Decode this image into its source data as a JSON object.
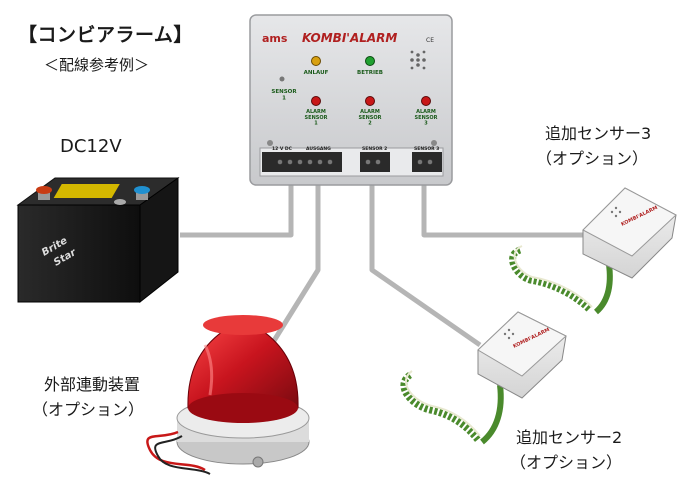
{
  "title": "【コンビアラーム】",
  "subtitle": "＜配線参考例＞",
  "battery": {
    "label": "DC12V",
    "brand_line1": "Brite",
    "brand_line2": "Star"
  },
  "controller": {
    "maker": "ams",
    "product": "KOMBI'ALARM",
    "ce_mark": "CE",
    "indicators": {
      "anlauf": "ANLAUF",
      "betrieb": "BETRIEB",
      "sensor1": "SENSOR\n1",
      "alarm_sensor1": "ALARM\nSENSOR\n1",
      "alarm_sensor2": "ALARM\nSENSOR\n2",
      "alarm_sensor3": "ALARM\nSENSOR\n3"
    },
    "terminals": {
      "power": "12 V DC",
      "output": "AUSGANG",
      "sensor2": "SENSOR 2",
      "sensor3": "SENSOR 3"
    }
  },
  "sensor3": {
    "line1": "追加センサー3",
    "line2": "（オプション）",
    "module_label": "KOMBI'ALARM"
  },
  "sensor2": {
    "line1": "追加センサー2",
    "line2": "（オプション）",
    "module_label": "KOMBI'ALARM"
  },
  "external_device": {
    "line1": "外部連動装置",
    "line2": "（オプション）"
  },
  "colors": {
    "wire": "#b5b5b5",
    "controller_body": "#d9dadc",
    "strobe_red": "#c8141e",
    "cable_green": "#4a8a2c",
    "battery_body": "#1e1e1e"
  }
}
